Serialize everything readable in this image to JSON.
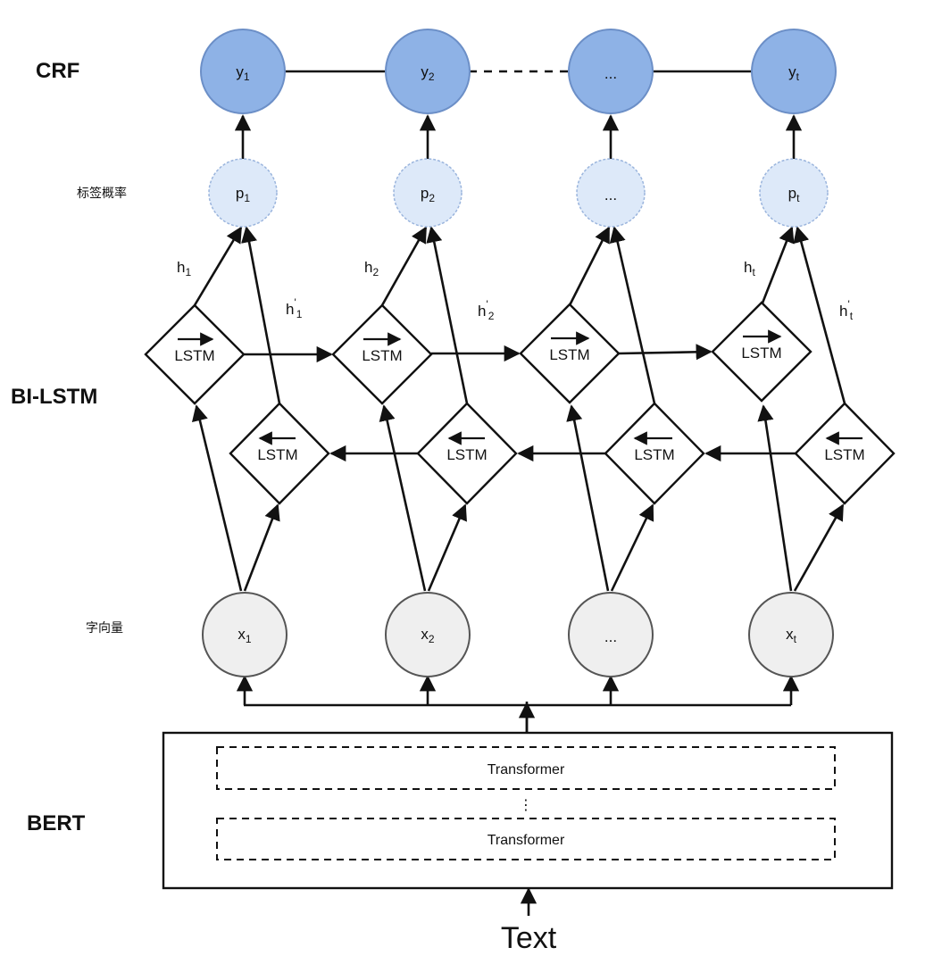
{
  "layer_labels": {
    "crf": "CRF",
    "tag_prob": "标签概率",
    "bilstm": "BI-LSTM",
    "char_vec": "字向量",
    "bert": "BERT"
  },
  "nodes": {
    "y": [
      {
        "base": "y",
        "sub": "1"
      },
      {
        "base": "y",
        "sub": "2"
      },
      {
        "base": "...",
        "sub": ""
      },
      {
        "base": "y",
        "sub": "t"
      }
    ],
    "p": [
      {
        "base": "p",
        "sub": "1"
      },
      {
        "base": "p",
        "sub": "2"
      },
      {
        "base": "...",
        "sub": ""
      },
      {
        "base": "p",
        "sub": "t"
      }
    ],
    "x": [
      {
        "base": "x",
        "sub": "1"
      },
      {
        "base": "x",
        "sub": "2"
      },
      {
        "base": "...",
        "sub": ""
      },
      {
        "base": "x",
        "sub": "t"
      }
    ]
  },
  "hidden_labels": {
    "h": [
      {
        "base": "h",
        "sub": "1"
      },
      {
        "base": "h",
        "sub": "2"
      },
      {
        "base": "h",
        "sub": "t"
      }
    ],
    "h_prime": [
      {
        "base": "h",
        "sub": "1"
      },
      {
        "base": "h",
        "sub": "2"
      },
      {
        "base": "h",
        "sub": "t"
      }
    ]
  },
  "lstm_label": "LSTM",
  "bert": {
    "transformer_top": "Transformer",
    "transformer_bottom": "Transformer",
    "ellipsis": "⋮"
  },
  "input_label": "Text",
  "colors": {
    "crf_fill": "#8eb2e6",
    "crf_stroke": "#6c8fc7",
    "prob_fill": "#dde9f9",
    "prob_stroke": "#9bb5dd",
    "x_fill": "#efefef",
    "x_stroke": "#555555"
  }
}
